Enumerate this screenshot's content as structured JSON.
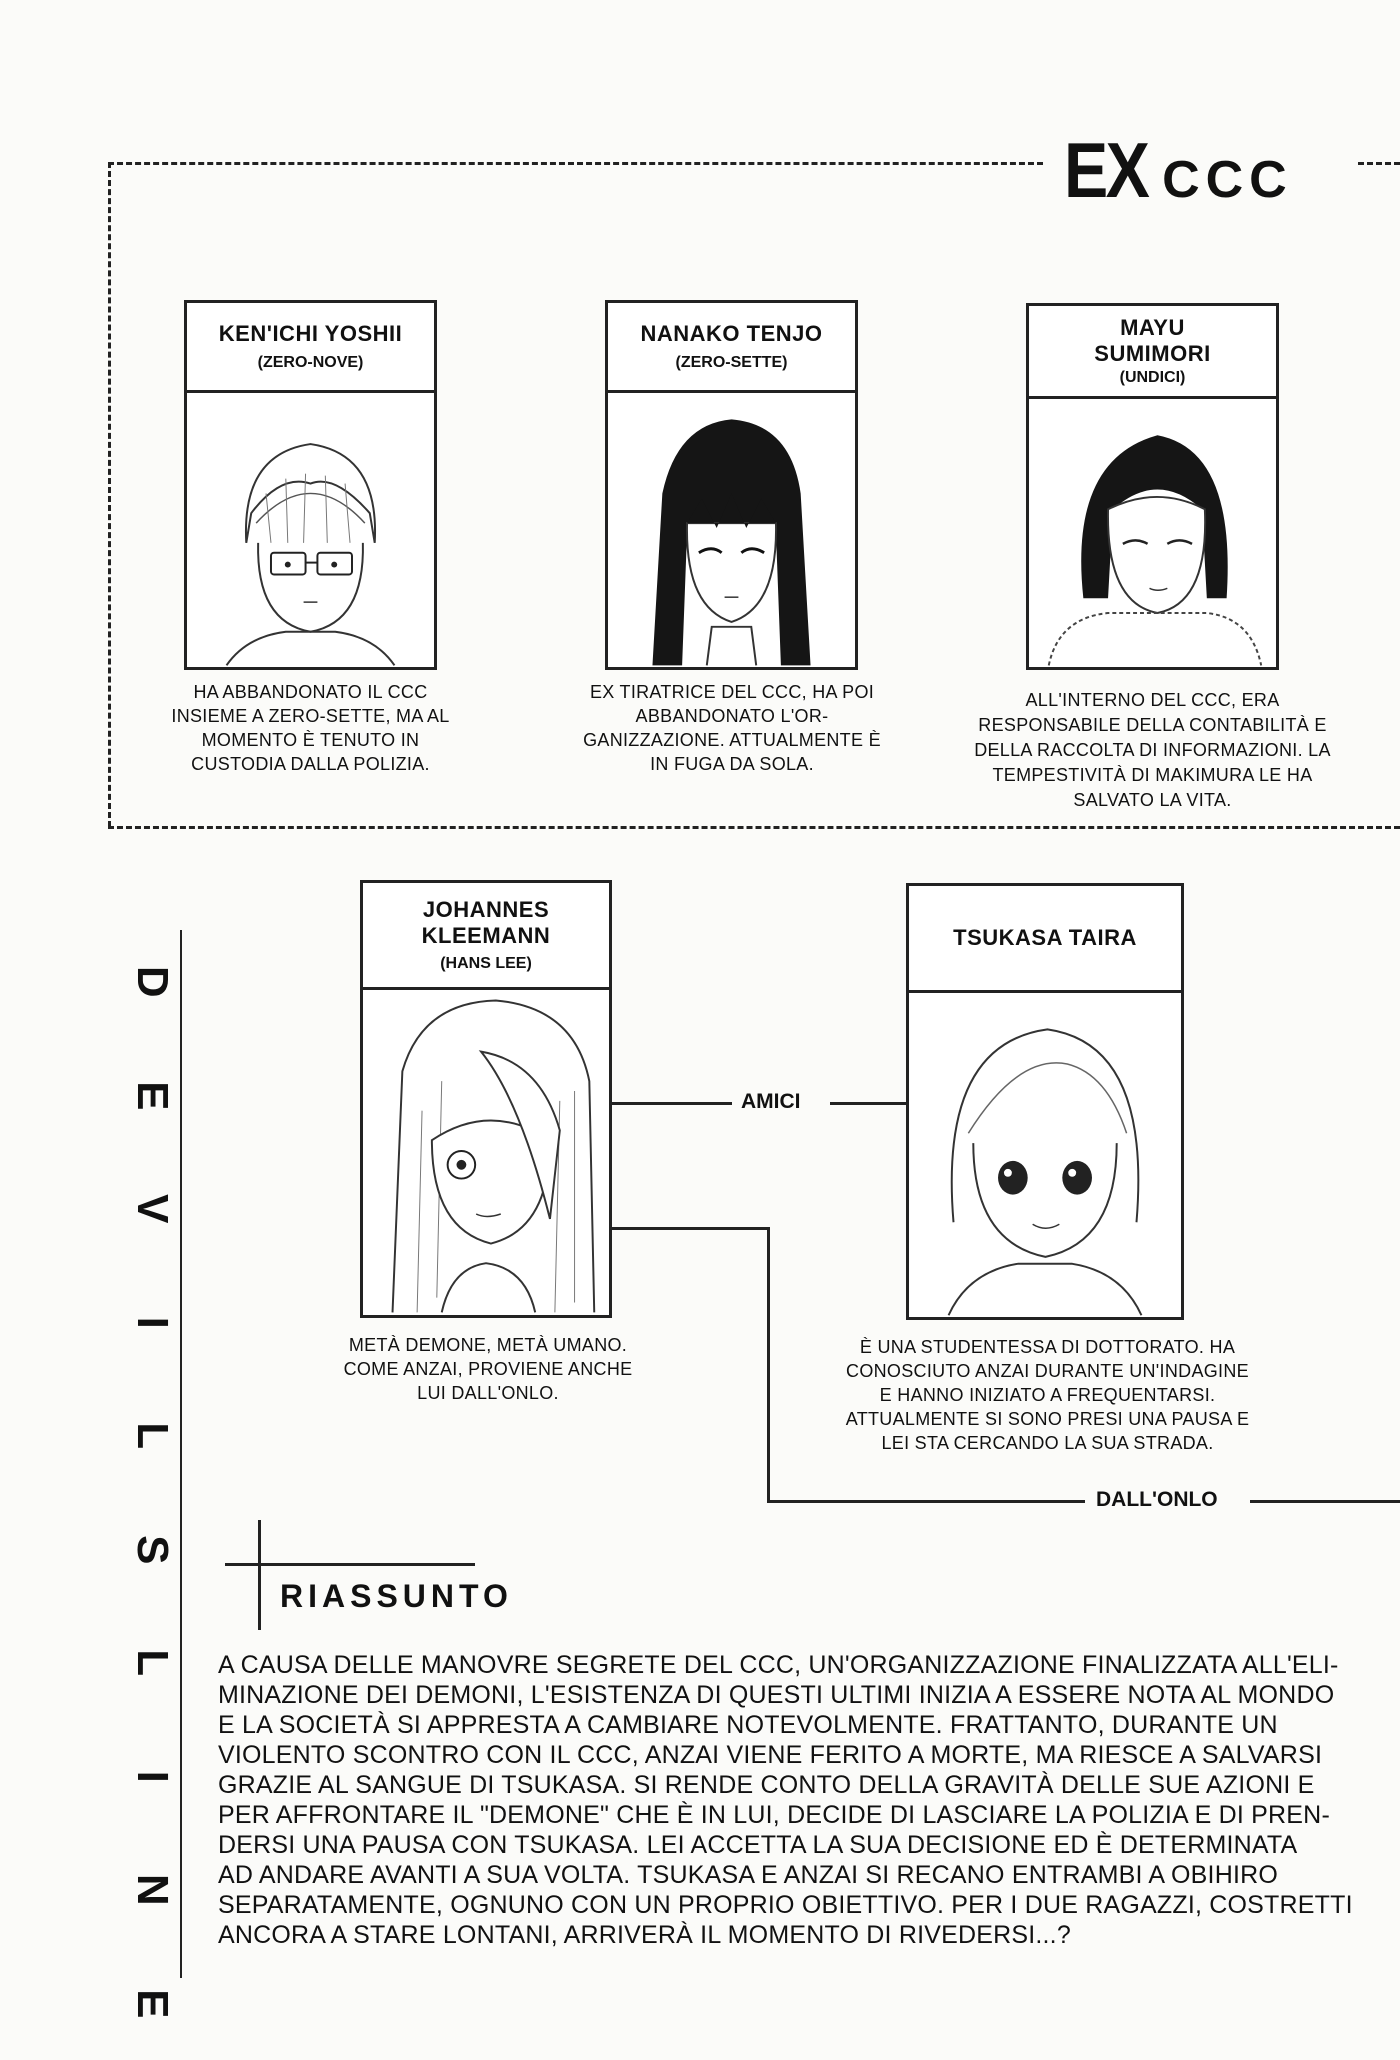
{
  "section": {
    "prefix": "EX",
    "name": "CCC"
  },
  "vertical_title": [
    "D",
    "E",
    "V",
    "I",
    "L",
    "S",
    "L",
    "I",
    "N",
    "E"
  ],
  "characters": [
    {
      "name": "KEN'ICHI YOSHII",
      "alias": "(ZERO-NOVE)",
      "description": "HA ABBANDONATO IL CCC INSIEME A ZERO-SETTE, MA AL MOMENTO È TENUTO IN CUSTODIA DALLA POLIZIA."
    },
    {
      "name": "NANAKO TENJO",
      "alias": "(ZERO-SETTE)",
      "description": "EX TIRATRICE DEL CCC, HA POI ABBANDONATO L'OR-GANIZZAZIONE. ATTUALMENTE È IN FUGA DA SOLA."
    },
    {
      "name_lines": [
        "MAYU",
        "SUMIMORI"
      ],
      "alias": "(UNDICI)",
      "description": "ALL'INTERNO DEL CCC, ERA RESPONSABILE DELLA CONTABILITÀ E DELLA RACCOLTA DI INFORMAZIONI. LA TEMPESTIVITÀ DI MAKIMURA LE HA SALVATO LA VITA."
    },
    {
      "name": "JOHANNES KLEEMANN",
      "alias": "(HANS LEE)",
      "description": "METÀ DEMONE, METÀ UMANO. COME ANZAI, PROVIENE ANCHE LUI DALL'ONLO."
    },
    {
      "name": "TSUKASA TAIRA",
      "description": "È UNA STUDENTESSA DI DOTTORATO. HA CONOSCIUTO ANZAI DURANTE UN'INDAGINE E HANNO INIZIATO A FREQUENTARSI. ATTUALMENTE SI SONO PRESI UNA PAUSA E LEI STA CERCANDO LA SUA STRADA."
    }
  ],
  "relations": {
    "friends": "AMICI",
    "origin": "DALL'ONLO"
  },
  "summary": {
    "title": "RIASSUNTO",
    "lines": [
      "A CAUSA DELLE MANOVRE SEGRETE DEL CCC, UN'ORGANIZZAZIONE FINALIZZATA ALL'ELI-",
      "MINAZIONE DEI DEMONI, L'ESISTENZA DI QUESTI ULTIMI INIZIA A ESSERE NOTA AL MONDO",
      "E LA SOCIETÀ SI APPRESTA A CAMBIARE NOTEVOLMENTE. FRATTANTO, DURANTE UN",
      "VIOLENTO SCONTRO CON IL CCC, ANZAI VIENE FERITO A MORTE, MA RIESCE A SALVARSI",
      "GRAZIE AL SANGUE DI TSUKASA. SI RENDE CONTO DELLA GRAVITÀ DELLE SUE AZIONI E",
      "PER AFFRONTARE IL \"DEMONE\" CHE È IN LUI, DECIDE DI LASCIARE LA POLIZIA E DI PREN-",
      "DERSI UNA PAUSA CON TSUKASA. LEI ACCETTA LA SUA DECISIONE ED È DETERMINATA",
      "AD ANDARE AVANTI A SUA VOLTA. TSUKASA E ANZAI SI RECANO ENTRAMBI A OBIHIRO",
      "SEPARATAMENTE, OGNUNO CON UN PROPRIO OBIETTIVO. PER I DUE RAGAZZI, COSTRETTI",
      "ANCORA A STARE LONTANI, ARRIVERÀ IL MOMENTO DI RIVEDERSI...?"
    ]
  }
}
